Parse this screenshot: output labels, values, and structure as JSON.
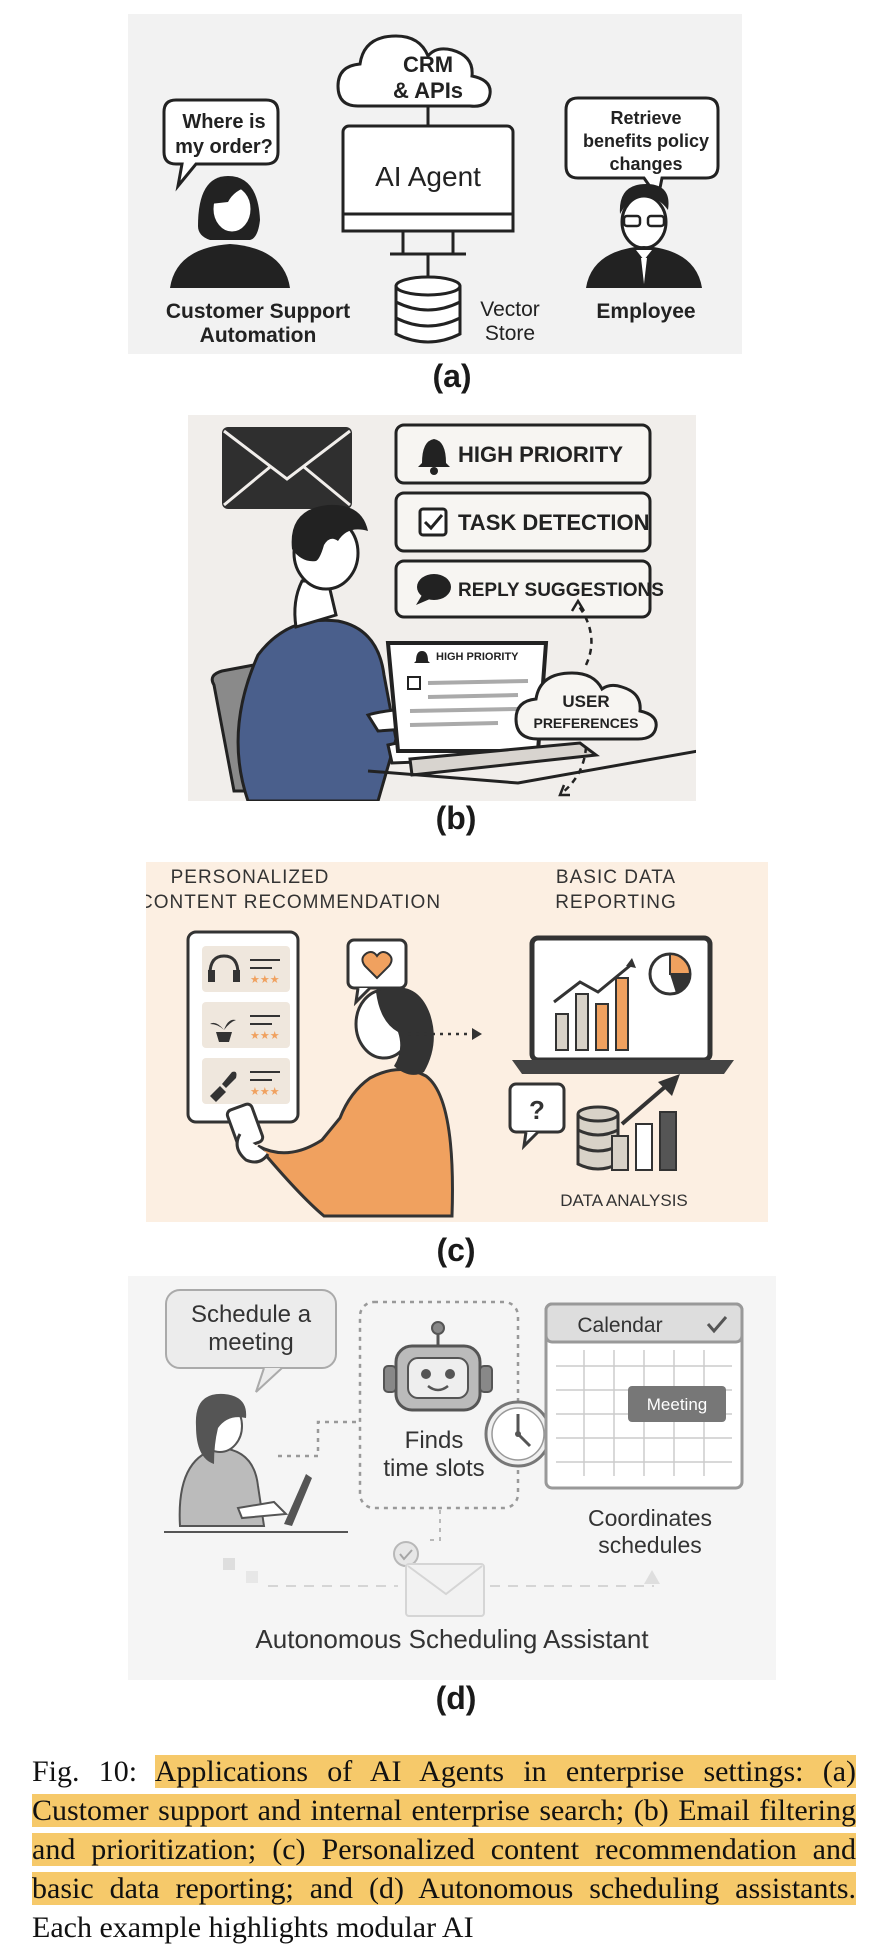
{
  "panel_a": {
    "label": "(a)",
    "crm_line1": "CRM",
    "crm_line2": "& APIs",
    "agent": "AI Agent",
    "bubble_left_line1": "Where is",
    "bubble_left_line2": "my order?",
    "bubble_right_line1": "Retrieve",
    "bubble_right_line2": "benefits policy",
    "bubble_right_line3": "changes",
    "left_caption_line1": "Customer Support",
    "left_caption_line2": "Automation",
    "store_line1": "Vector",
    "store_line2": "Store",
    "right_caption": "Employee"
  },
  "panel_b": {
    "label": "(b)",
    "chip1": "HIGH PRIORITY",
    "chip2": "TASK DETECTION",
    "chip3": "REPLY SUGGESTIONS",
    "screen_text": "HIGH PRIORITY",
    "cloud_line1": "USER",
    "cloud_line2": "PREFERENCES"
  },
  "panel_c": {
    "label": "(c)",
    "left_title_line1": "PERSONALIZED",
    "left_title_line2": "CONTENT RECOMMENDATION",
    "right_title_line1": "BASIC DATA",
    "right_title_line2": "REPORTING",
    "question": "?",
    "bottom_caption": "DATA ANALYSIS"
  },
  "panel_d": {
    "label": "(d)",
    "bubble_line1": "Schedule a",
    "bubble_line2": "meeting",
    "bot_line1": "Finds",
    "bot_line2": "time slots",
    "calendar_title": "Calendar",
    "meeting": "Meeting",
    "coord_line1": "Coordinates",
    "coord_line2": "schedules",
    "footer": "Autonomous Scheduling Assistant"
  },
  "caption": {
    "prefix": "Fig. 10: ",
    "highlight": "Applications of AI Agents in enterprise settings: (a) Customer support and internal enterprise search; (b) Email filtering and prioritization; (c) Personalized content recommendation and basic data reporting; and (d) Autonomous scheduling assistants.",
    "rest": " Each example highlights modular AI"
  },
  "colors": {
    "highlight": "#f6c96a",
    "panel_c_bg": "#fcefe2",
    "panel_b_person": "#4a5f8c",
    "orange": "#f0a15f"
  }
}
